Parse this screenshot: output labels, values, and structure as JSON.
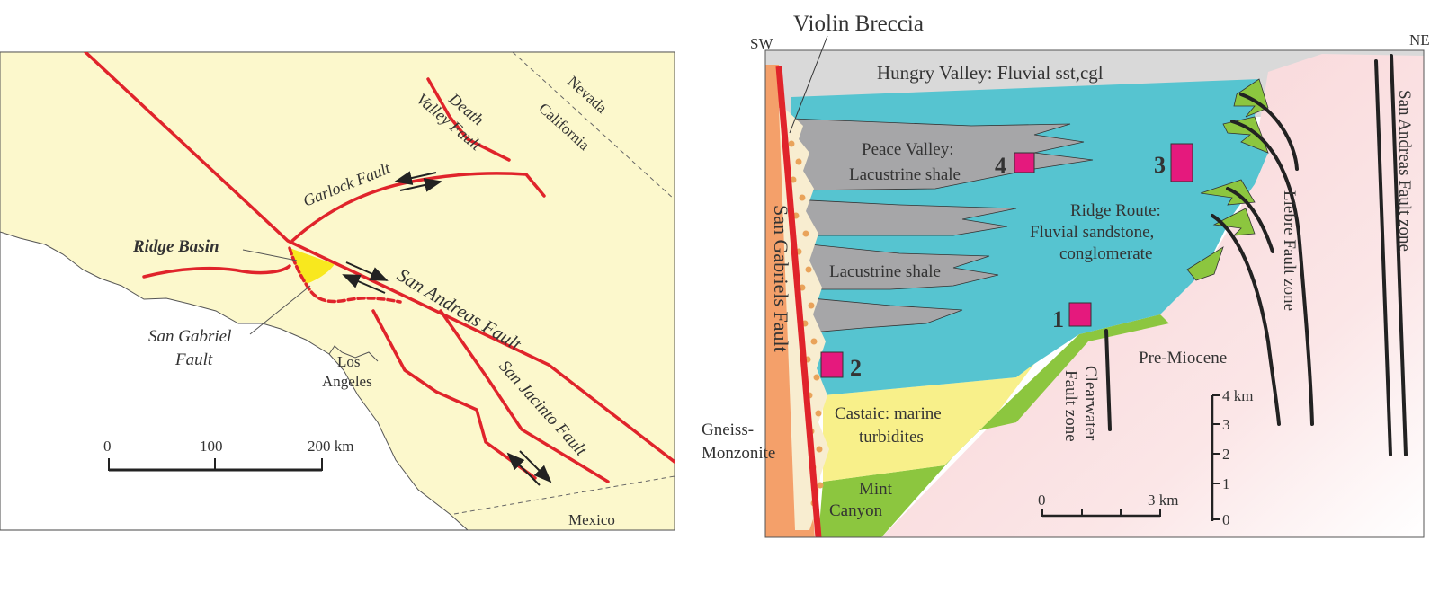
{
  "map": {
    "labels": {
      "nevada": "Nevada",
      "california": "California",
      "death_valley_1": "Death",
      "death_valley_2": "Valley Fault",
      "garlock": "Garlock Fault",
      "ridge_basin": "Ridge Basin",
      "san_andreas": "San Andreas Fault",
      "san_gabriel_1": "San Gabriel",
      "san_gabriel_2": "Fault",
      "los_angeles_1": "Los",
      "los_angeles_2": "Angeles",
      "san_jacinto": "San Jacinto Fault",
      "mexico": "Mexico"
    },
    "scale_bar": {
      "ticks": [
        "0",
        "100",
        "200 km"
      ]
    }
  },
  "section": {
    "labels": {
      "sw": "SW",
      "ne": "NE",
      "violin_breccia": "Violin Breccia",
      "hungry_valley": "Hungry Valley: Fluvial sst,cgl",
      "peace_valley_1": "Peace Valley:",
      "peace_valley_2": "Lacustrine shale",
      "ridge_route_1": "Ridge Route:",
      "ridge_route_2": "Fluvial sandstone,",
      "ridge_route_3": "conglomerate",
      "lacustrine_shale": "Lacustrine shale",
      "san_gabriels_fault": "San Gabriels Fault",
      "castaic_1": "Castaic: marine",
      "castaic_2": "turbidites",
      "mint_1": "Mint",
      "mint_2": "Canyon",
      "gneiss_1": "Gneiss-",
      "gneiss_2": "Monzonite",
      "pre_miocene": "Pre-Miocene",
      "clearwater_1": "Clearwater",
      "clearwater_2": "Fault zone",
      "liebre": "Liebre Fault zone",
      "san_andreas_zone": "San Andreas Fault zone"
    },
    "sample_sites": [
      "1",
      "2",
      "3",
      "4"
    ],
    "vertical_scale": {
      "ticks": [
        "4 km",
        "3",
        "2",
        "1",
        "0"
      ]
    },
    "horizontal_scale": {
      "ticks": [
        "0",
        "3 km"
      ]
    }
  },
  "colors": {
    "fault_red": "#e0242b",
    "map_land": "#fcf8cc",
    "ridge_basin_fill": "#f8e81e",
    "fluvial_blue": "#56c4d0",
    "shale_gray": "#a6a6a8",
    "hungry_valley_gray": "#d9d9d9",
    "turbidite_yellow": "#f8f08a",
    "mint_green": "#8cc63f",
    "gneiss_orange": "#f4a06a",
    "basement_pink": "#f9d5d6",
    "site_magenta": "#e5197d"
  }
}
